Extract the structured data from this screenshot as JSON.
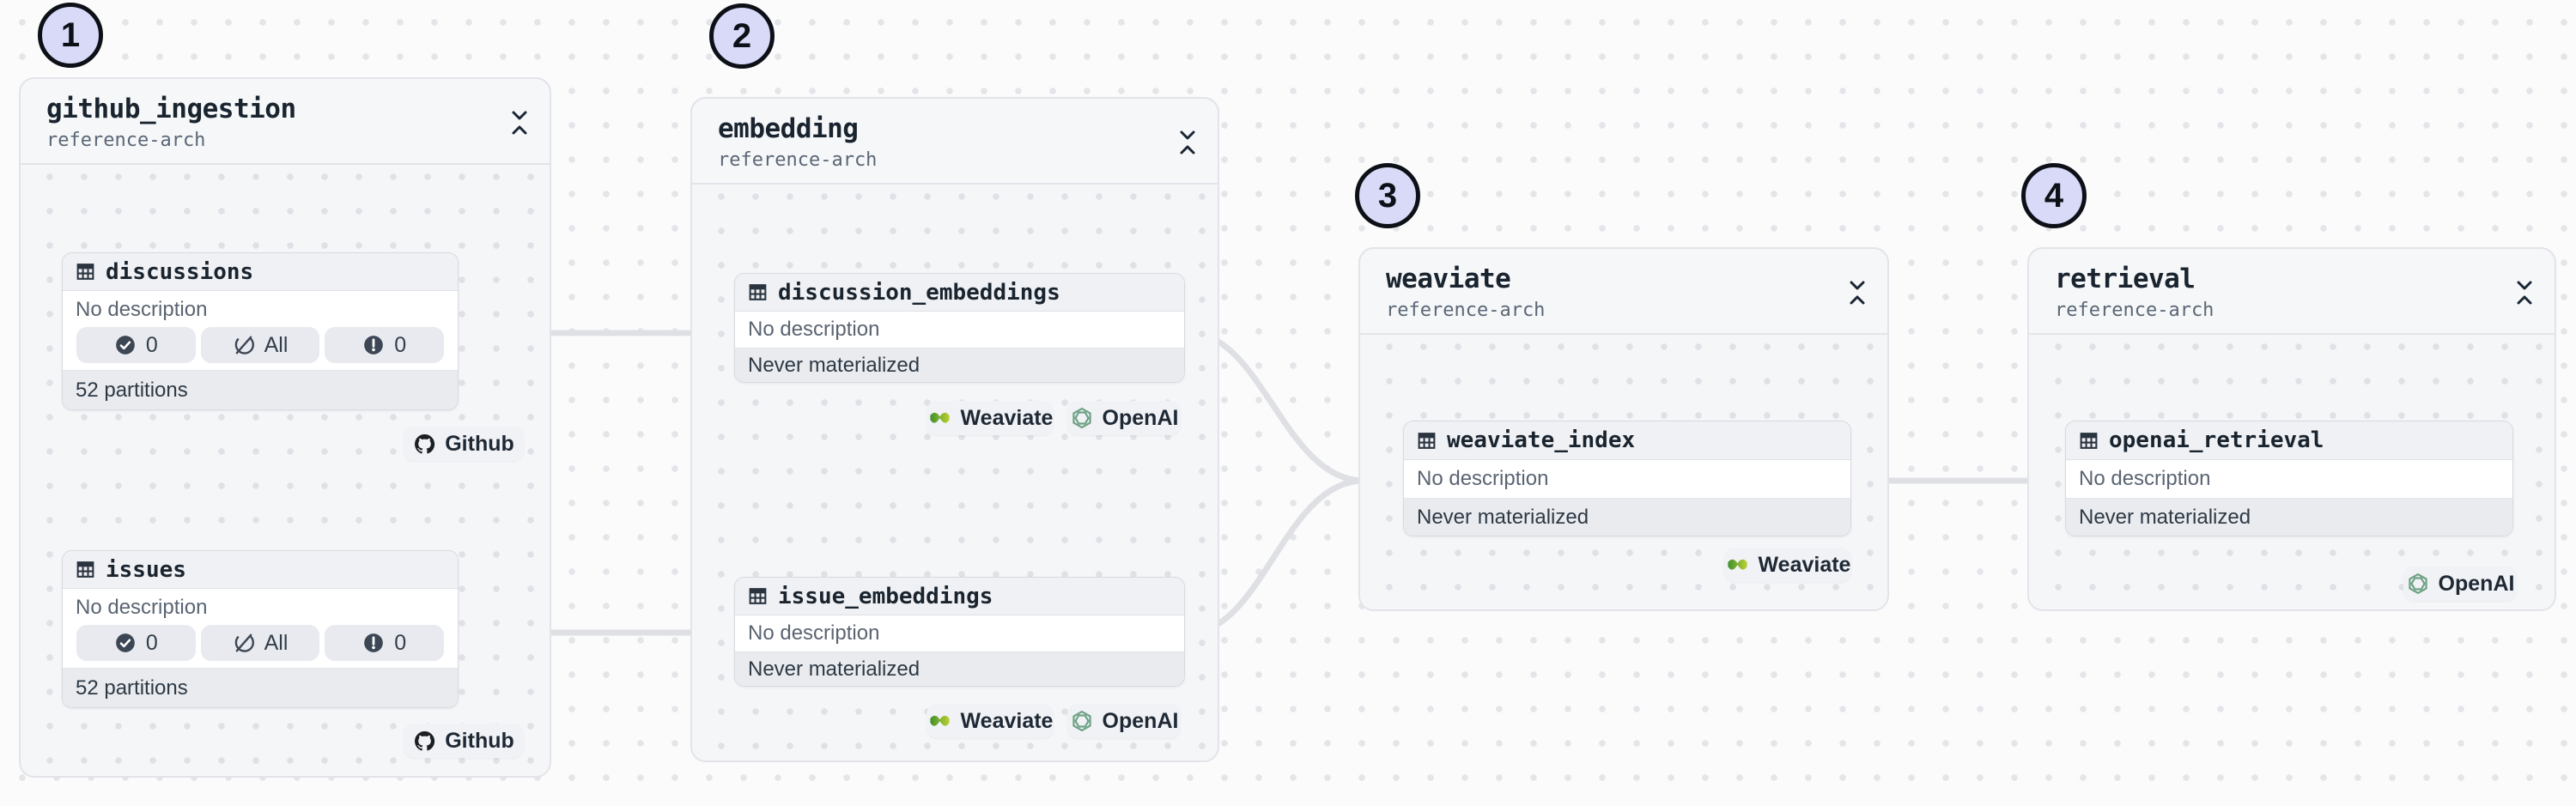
{
  "page": {
    "background": "#FBFBFB",
    "dot_color": "#E4E5E9",
    "edge_color": "#DEE0E4",
    "annotation_badge_bg": "#D8DAF8"
  },
  "groups": [
    {
      "badge": "1",
      "title": "github_ingestion",
      "subtitle": "reference-arch",
      "assets": [
        {
          "name": "discussions",
          "description": "No description",
          "checks": [
            {
              "icon": "check-circle",
              "value": "0"
            },
            {
              "icon": "materialize-off-circle",
              "value": "All"
            },
            {
              "icon": "alert-circle",
              "value": "0"
            }
          ],
          "footer": "52 partitions",
          "tags": [
            {
              "icon": "github",
              "label": "Github"
            }
          ]
        },
        {
          "name": "issues",
          "description": "No description",
          "checks": [
            {
              "icon": "check-circle",
              "value": "0"
            },
            {
              "icon": "materialize-off-circle",
              "value": "All"
            },
            {
              "icon": "alert-circle",
              "value": "0"
            }
          ],
          "footer": "52 partitions",
          "tags": [
            {
              "icon": "github",
              "label": "Github"
            }
          ]
        }
      ]
    },
    {
      "badge": "2",
      "title": "embedding",
      "subtitle": "reference-arch",
      "assets": [
        {
          "name": "discussion_embeddings",
          "description": "No description",
          "status": "Never materialized",
          "tags": [
            {
              "icon": "weaviate",
              "label": "Weaviate"
            },
            {
              "icon": "openai",
              "label": "OpenAI"
            }
          ]
        },
        {
          "name": "issue_embeddings",
          "description": "No description",
          "status": "Never materialized",
          "tags": [
            {
              "icon": "weaviate",
              "label": "Weaviate"
            },
            {
              "icon": "openai",
              "label": "OpenAI"
            }
          ]
        }
      ]
    },
    {
      "badge": "3",
      "title": "weaviate",
      "subtitle": "reference-arch",
      "assets": [
        {
          "name": "weaviate_index",
          "description": "No description",
          "status": "Never materialized",
          "tags": [
            {
              "icon": "weaviate",
              "label": "Weaviate"
            }
          ]
        }
      ]
    },
    {
      "badge": "4",
      "title": "retrieval",
      "subtitle": "reference-arch",
      "assets": [
        {
          "name": "openai_retrieval",
          "description": "No description",
          "status": "Never materialized",
          "tags": [
            {
              "icon": "openai",
              "label": "OpenAI"
            }
          ]
        }
      ]
    }
  ]
}
